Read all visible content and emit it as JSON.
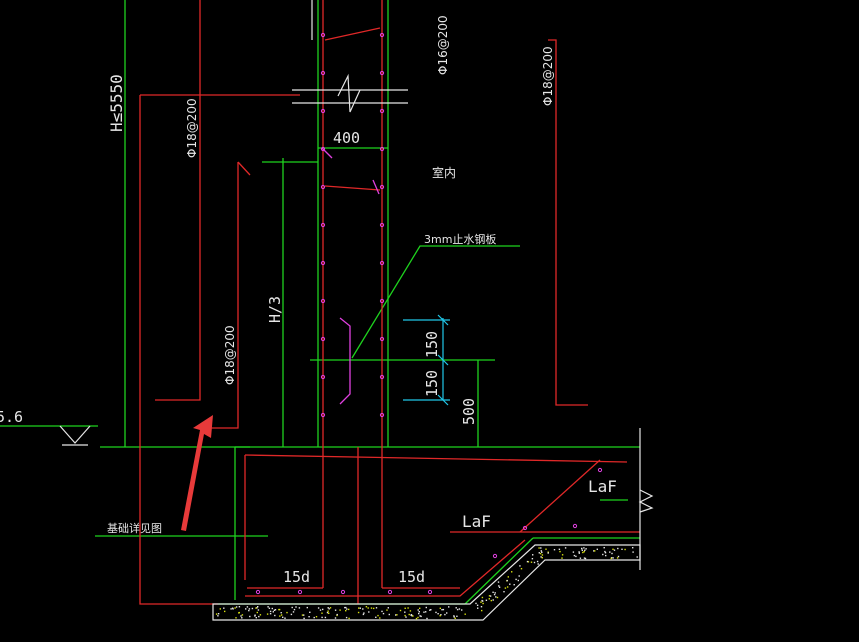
{
  "colors": {
    "background": "#000000",
    "green": "#1ed21e",
    "red": "#e02828",
    "white": "#e6e6e6",
    "magenta": "#e040e0",
    "cyan": "#20c8e8",
    "arrow": "#e83a3a",
    "yellow": "#d8e010"
  },
  "labels": {
    "wall_height": "H≤5550",
    "rebar_left_top": "Φ18@200",
    "rebar_center_top": "Φ16@200",
    "rebar_right_top": "Φ18@200",
    "rebar_left_mid": "Φ18@200",
    "wall_width": "400",
    "indoor": "室内",
    "waterstop": "3mm止水钢板",
    "third_height": "H/3",
    "dim_150_upper": "150",
    "dim_150_lower": "150",
    "dim_500": "500",
    "elevation": "5.6",
    "foundation_note": "基础详见图",
    "laf_upper": "LaF",
    "laf_lower": "LaF",
    "anchor_left": "15d",
    "anchor_right": "15d"
  }
}
